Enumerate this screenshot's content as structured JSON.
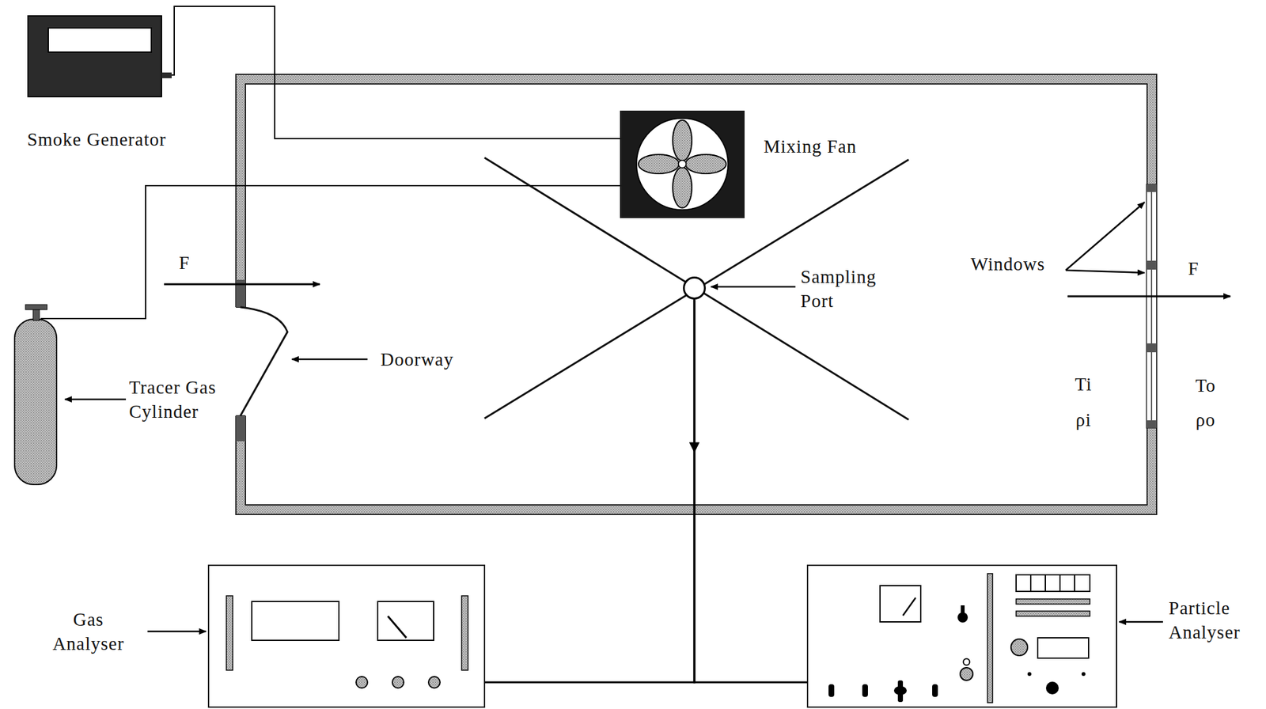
{
  "diagram": {
    "nodes": [
      {
        "text": [
          "Smoke Generator"
        ]
      },
      {
        "text": [
          "Mixing Fan"
        ]
      },
      {
        "text": [
          "Sampling Port"
        ]
      },
      {
        "text": [
          "Tracer Gas Cylinder"
        ]
      },
      {
        "text": [
          "Gas Analyser"
        ]
      },
      {
        "text": [
          "Particle Analyser"
        ]
      }
    ],
    "edges": [
      {
        "from": 0,
        "to": 1,
        "arrow": "none"
      },
      {
        "from": 3,
        "to": 1,
        "arrow": "none"
      },
      {
        "from": 2,
        "to": 4,
        "arrow": "to"
      },
      {
        "from": 2,
        "to": 5,
        "arrow": "to"
      }
    ],
    "labels": [
      "F",
      "Doorway",
      "Windows",
      "F",
      "Ti",
      "ρi",
      "To",
      "ρo"
    ]
  }
}
